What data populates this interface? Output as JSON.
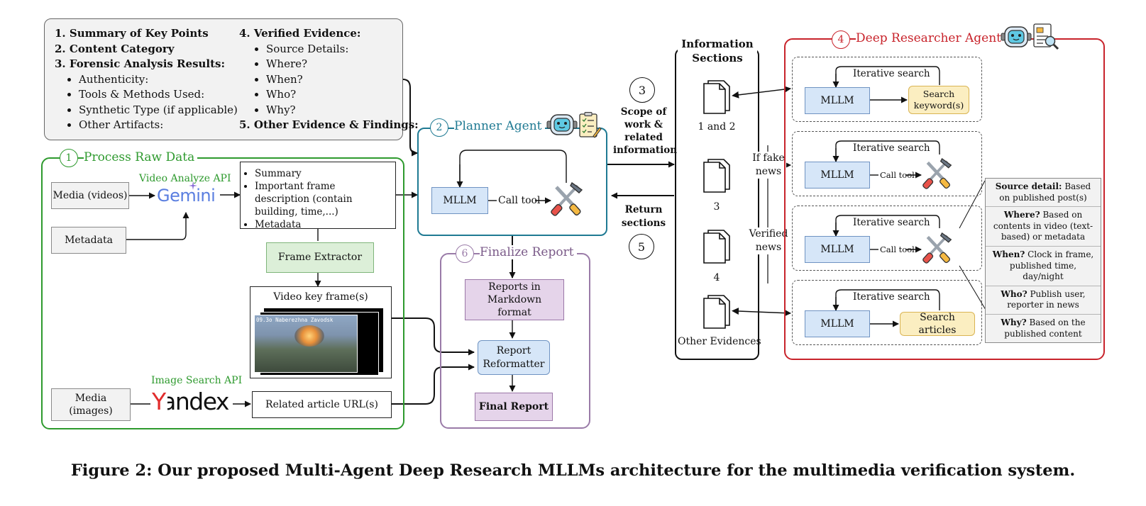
{
  "summary_box": {
    "col1": {
      "items": [
        "1. Summary of Key Points",
        "2. Content Category",
        "3. Forensic Analysis Results:"
      ],
      "bullets": [
        "Authenticity:",
        "Tools & Methods Used:",
        "Synthetic Type (if applicable)",
        "Other Artifacts:"
      ]
    },
    "col2": {
      "heading": "4. Verified Evidence:",
      "bullets": [
        "Source Details:",
        "Where?",
        "When?",
        "Who?",
        "Why?"
      ],
      "footer": "5. Other Evidence & Findings:"
    }
  },
  "process_raw": {
    "num": "1",
    "title": "Process Raw Data",
    "media_videos": "Media (videos)",
    "metadata": "Metadata",
    "video_api_label": "Video Analyze API",
    "gemini_logo": "Gemini",
    "desc_bullets": [
      "Summary",
      "Important frame description (contain building, time,...)",
      "Metadata"
    ],
    "frame_extractor": "Frame Extractor",
    "key_frames_title": "Video key frame(s)",
    "frame_overlay_text": "09.3o Naberezhna Zavodsk",
    "image_api_label": "Image Search API",
    "yandex_logo": "Yandex",
    "media_images": "Media (images)",
    "related_urls": "Related article URL(s)"
  },
  "planner": {
    "num": "2",
    "title": "Planner Agent",
    "mllm": "MLLM",
    "call_tool": "Call tool"
  },
  "finalize": {
    "num": "6",
    "title": "Finalize Report",
    "markdown": "Reports in Markdown format",
    "reformatter": "Report Reformatter",
    "final": "Final Report"
  },
  "flow": {
    "step3": "3",
    "scope": "Scope of work & related information",
    "return": "Return sections",
    "step5": "5"
  },
  "info_sections": {
    "title": "Information Sections",
    "docs": [
      "1 and 2",
      "3",
      "4",
      "Other Evidences"
    ],
    "if_fake": "If fake news",
    "verified": "Verified news"
  },
  "researcher": {
    "num": "4",
    "title": "Deep Researcher Agent",
    "rows": [
      {
        "loop": "Iterative search",
        "mllm": "MLLM",
        "target": "Search keyword(s)"
      },
      {
        "loop": "Iterative search",
        "mllm": "MLLM",
        "target": "Call tool"
      },
      {
        "loop": "Iterative search",
        "mllm": "MLLM",
        "target": "Call tool"
      },
      {
        "loop": "Iterative search",
        "mllm": "MLLM",
        "target": "Search articles"
      }
    ]
  },
  "side_table": [
    {
      "head": "Source detail:",
      "text": "Based on published post(s)"
    },
    {
      "head": "Where?",
      "text": "Based on contents in video (text-based) or metadata"
    },
    {
      "head": "When?",
      "text": "Clock in frame, published time, day/night"
    },
    {
      "head": "Who?",
      "text": "Publish user, reporter in news"
    },
    {
      "head": "Why?",
      "text": "Based on the published content"
    }
  ],
  "caption": "Figure 2: Our proposed Multi-Agent Deep Research MLLMs architecture for the multimedia verification system.",
  "colors": {
    "green": "#2e9a2e",
    "teal": "#1f7a93",
    "purple": "#9a7ba8",
    "red": "#c8232b",
    "mllm_blue": "#d6e6f8",
    "keyword_yellow": "#fbeec1"
  }
}
